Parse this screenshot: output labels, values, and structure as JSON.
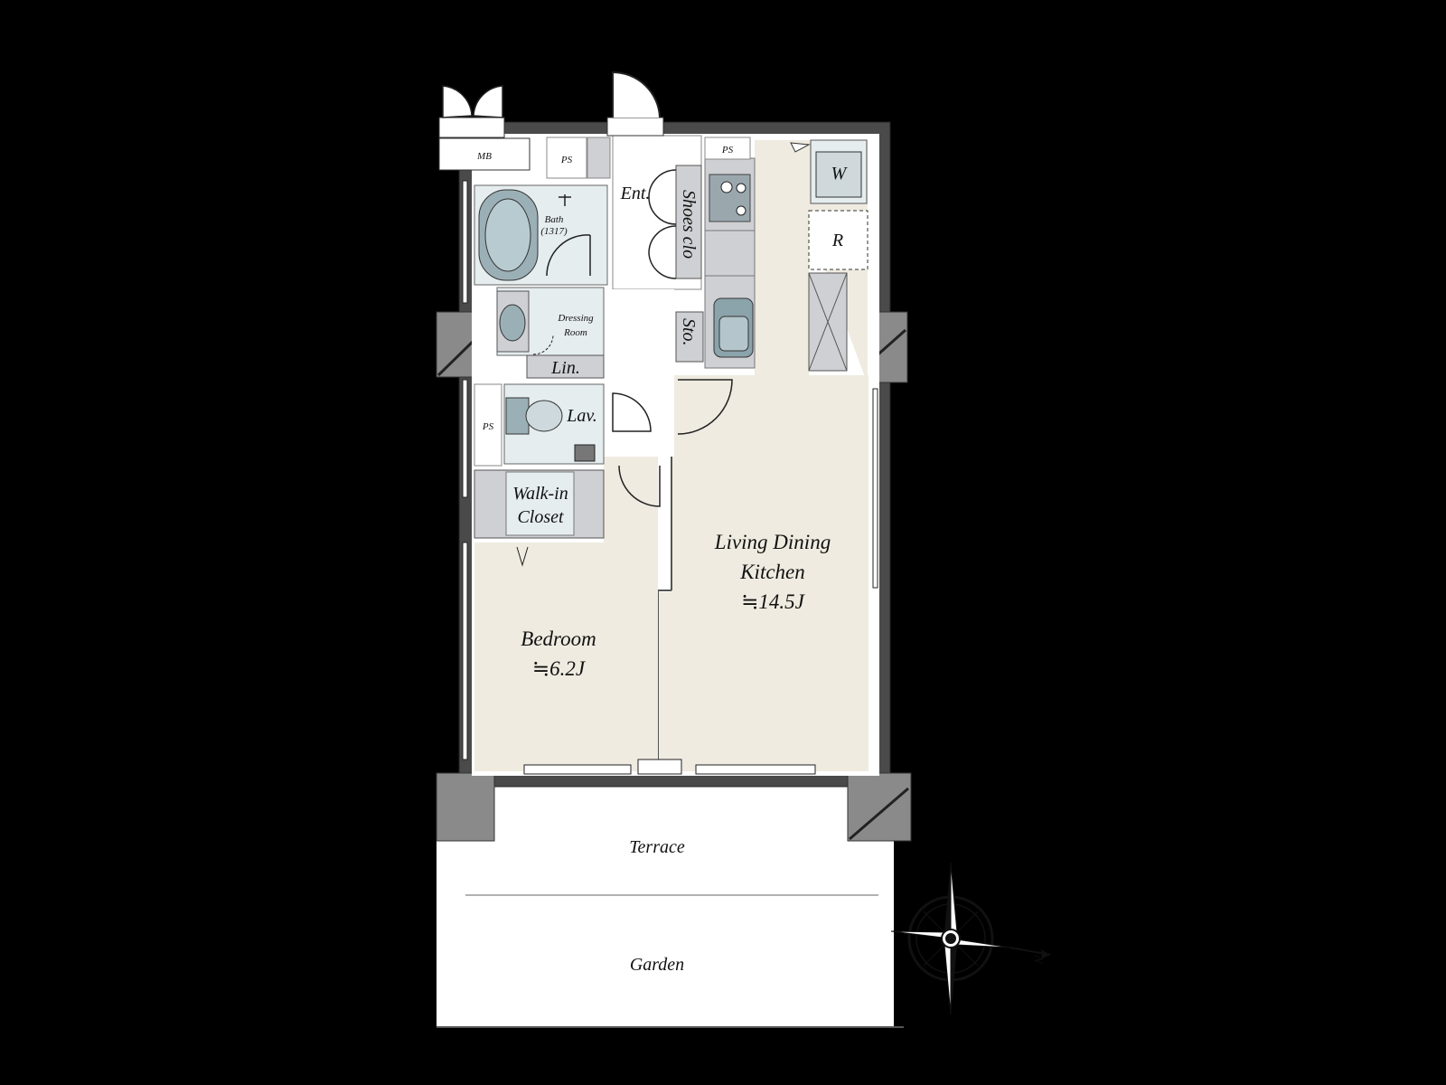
{
  "colors": {
    "background": "#000000",
    "room_beige": "#EFEBE0",
    "wet_area": "#E6EDEF",
    "storage_gray": "#CFD0D3",
    "wall_gray": "#808080",
    "outdoor_white": "#FFFFFF"
  },
  "rooms": {
    "ldk": {
      "name_line1": "Living Dining",
      "name_line2": "Kitchen",
      "size": "≒14.5J"
    },
    "bedroom": {
      "name": "Bedroom",
      "size": "≒6.2J"
    },
    "entrance": "Ent.",
    "shoes_closet": "Shoes clo",
    "storage": "Sto.",
    "bath": {
      "name": "Bath",
      "size": "(1317)"
    },
    "dressing_room": {
      "line1": "Dressing",
      "line2": "Room"
    },
    "linen": "Lin.",
    "lavatory": "Lav.",
    "walk_in_closet": {
      "line1": "Walk-in",
      "line2": "Closet"
    },
    "terrace": "Terrace",
    "garden": "Garden"
  },
  "fixtures": {
    "meter_box": "MB",
    "pipe_space_1": "PS",
    "pipe_space_2": "PS",
    "pipe_space_3": "PS",
    "washer": "W",
    "refrigerator": "R"
  },
  "compass": {
    "north_label": "N",
    "icon": "compass-rose-icon"
  }
}
